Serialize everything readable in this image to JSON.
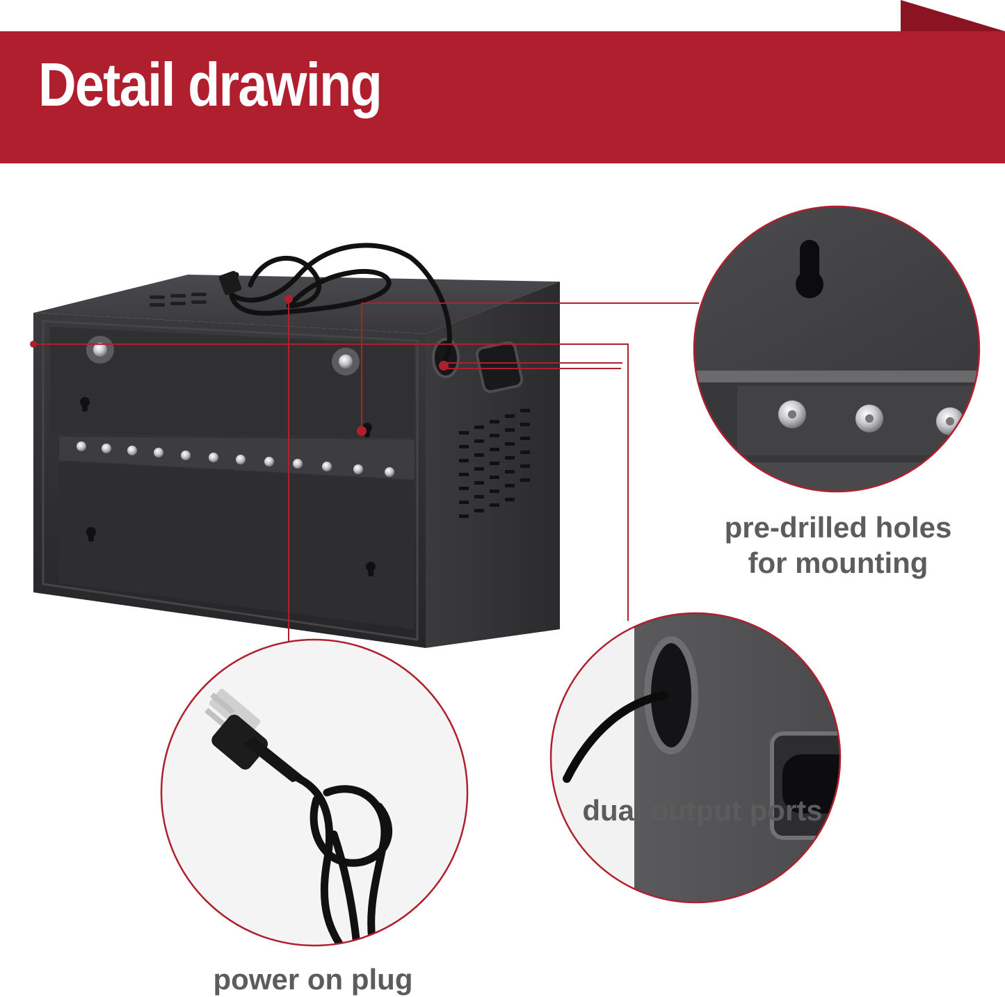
{
  "banner": {
    "title": "Detail drawing",
    "color": "#b01f2e",
    "fold_color": "#8a1421"
  },
  "callouts": {
    "mounting": {
      "line1": "pre-drilled holes",
      "line2": "for mounting"
    },
    "ports": {
      "label": "dual output ports"
    },
    "plug": {
      "label": "power on plug"
    }
  },
  "colors": {
    "accent": "#b01f2e",
    "cabinet": "#2a2a2c",
    "caption": "#5c5c5c"
  },
  "icons": [
    "keyhole-icon",
    "screw-icon",
    "plug-icon",
    "cable-grommet-icon",
    "handle-icon"
  ]
}
